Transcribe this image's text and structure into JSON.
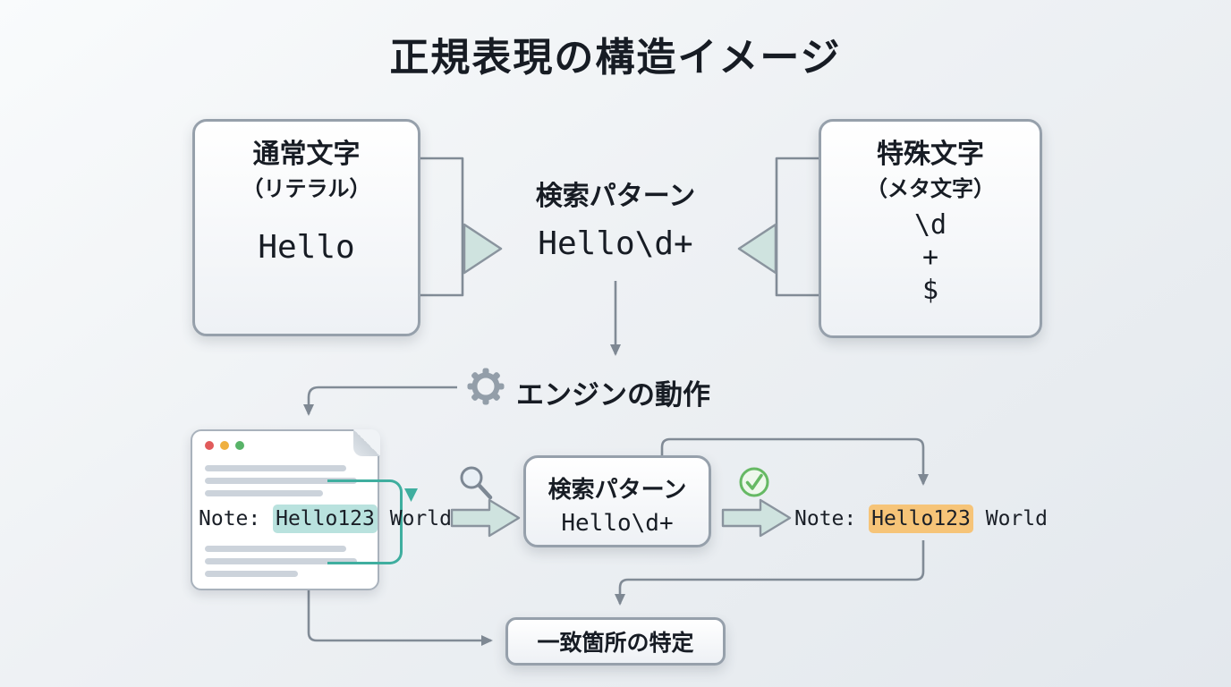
{
  "title": "正規表現の構造イメージ",
  "literal_box": {
    "heading": "通常文字",
    "subheading": "（リテラル）",
    "code": "Hello"
  },
  "meta_box": {
    "heading": "特殊文字",
    "subheading": "（メタ文字）",
    "lines": [
      "\\d",
      "+",
      "$"
    ]
  },
  "pattern": {
    "label": "検索パターン",
    "code": "Hello\\d+"
  },
  "engine": {
    "label": "エンジンの動作"
  },
  "search_box": {
    "label": "検索パターン",
    "code": "Hello\\d+"
  },
  "match_box": {
    "label": "一致箇所の特定"
  },
  "document_text": {
    "prefix": "Note: ",
    "match": "Hello123",
    "suffix": " World"
  },
  "result_text": {
    "prefix": "Note: ",
    "match": "Hello123",
    "suffix": " World"
  },
  "icons": {
    "gear": "gear-icon",
    "magnifier": "magnifier-icon",
    "check": "check-circle-icon",
    "traffic_lights": "traffic-light-dots"
  },
  "colors": {
    "teal_highlight": "#b9e2de",
    "orange_highlight": "#f6c478",
    "teal_stroke": "#3fae9f",
    "arrow_fill": "#cfe3df",
    "line_gray": "#7e8893",
    "check_green": "#66b964",
    "dot_red": "#e15b5b",
    "dot_yellow": "#efb03f",
    "dot_green": "#58b368"
  }
}
